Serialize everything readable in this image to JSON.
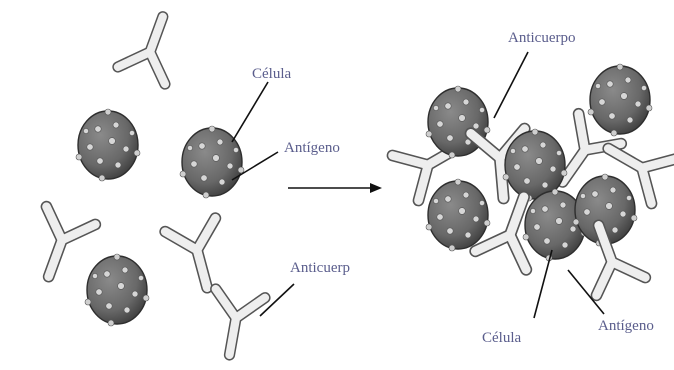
{
  "labels": {
    "left_cell": "Célula",
    "left_antigen": "Antígeno",
    "left_antibody": "Anticuerp",
    "right_antibody": "Anticuerpo",
    "right_cell": "Célula",
    "right_antigen": "Antígeno"
  },
  "colors": {
    "cell_fill": "#6f6f6f",
    "cell_dark": "#3d3d3d",
    "antibody_fill": "#eeeeee",
    "antibody_stroke": "#555555",
    "label_text": "#5a5d8c",
    "leader_line": "#111111"
  }
}
